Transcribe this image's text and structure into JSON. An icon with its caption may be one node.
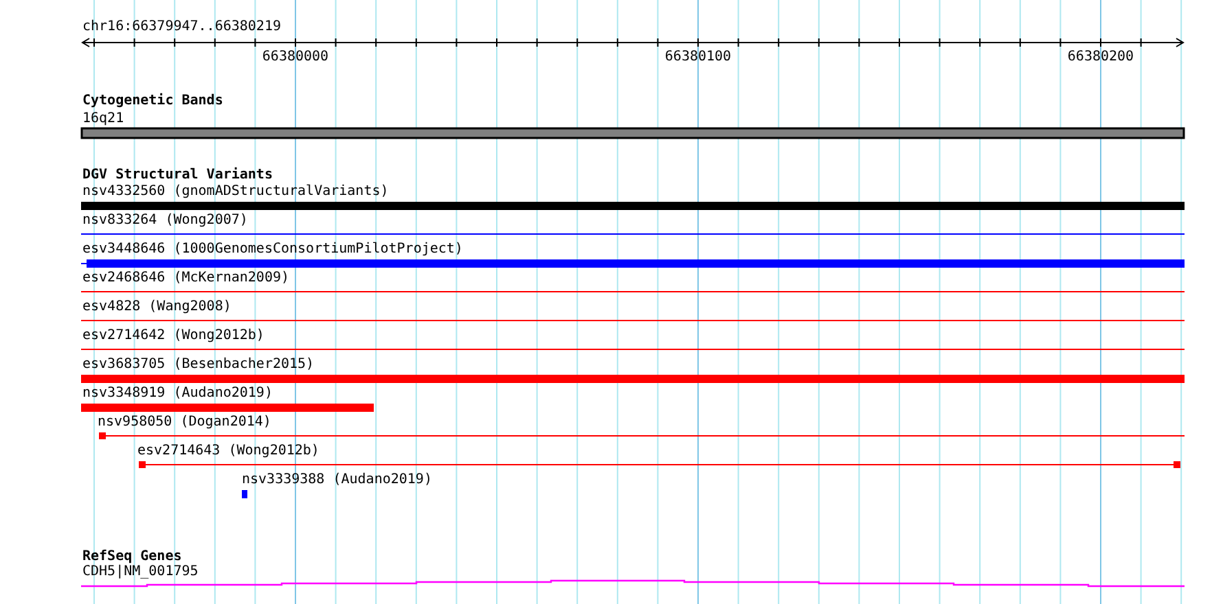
{
  "diagram": {
    "nodes": [
      {
        "text": [
          "16q21"
        ]
      },
      {
        "text": [
          "nsv4332560 (gnomADStructuralVariants)"
        ]
      },
      {
        "text": [
          "nsv833264 (Wong2007)"
        ]
      },
      {
        "text": [
          "esv3448646 (1000GenomesConsortiumPilotProject)"
        ]
      },
      {
        "text": [
          "esv2468646 (McKernan2009)"
        ]
      },
      {
        "text": [
          "esv4828 (Wang2008)"
        ]
      },
      {
        "text": [
          "esv2714642 (Wong2012b)"
        ]
      },
      {
        "text": [
          "esv3683705 (Besenbacher2015)"
        ]
      },
      {
        "text": [
          "nsv3348919 (Audano2019)"
        ]
      },
      {
        "text": [
          "nsv958050 (Dogan2014)"
        ]
      },
      {
        "text": [
          "esv2714643 (Wong2012b)"
        ]
      },
      {
        "text": [
          "nsv3339388 (Audano2019)"
        ]
      },
      {
        "text": [
          "CDH5|NM_001795"
        ]
      }
    ],
    "labels": [
      "chr16:66379947..66380219",
      "66380000",
      "66380100",
      "66380200",
      "Cytogenetic Bands",
      "DGV Structural Variants",
      "RefSeq Genes"
    ]
  }
}
